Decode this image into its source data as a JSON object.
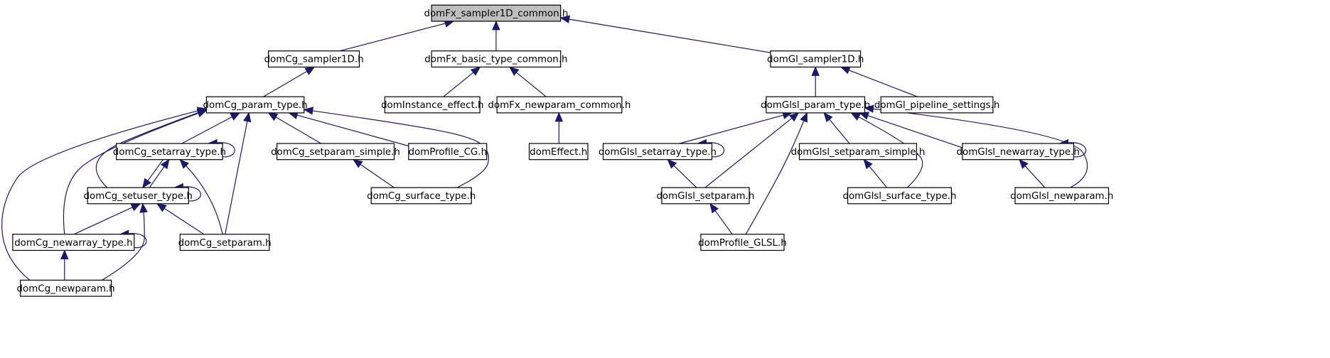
{
  "diagram": {
    "colors": {
      "edge": "#191970",
      "root_fill": "#bfbfbf",
      "node_fill": "#ffffff",
      "border": "#000000"
    },
    "nodes": [
      {
        "id": "root",
        "label": "domFx_sampler1D_common.h",
        "root": true
      },
      {
        "id": "cg_sampler1d",
        "label": "domCg_sampler1D.h"
      },
      {
        "id": "fx_basic",
        "label": "domFx_basic_type_common.h"
      },
      {
        "id": "gl_sampler1d",
        "label": "domGl_sampler1D.h"
      },
      {
        "id": "cg_param",
        "label": "domCg_param_type.h"
      },
      {
        "id": "inst_effect",
        "label": "domInstance_effect.h"
      },
      {
        "id": "fx_newparam",
        "label": "domFx_newparam_common.h"
      },
      {
        "id": "glsl_param",
        "label": "domGlsl_param_type.h"
      },
      {
        "id": "gl_pipeline",
        "label": "domGl_pipeline_settings.h"
      },
      {
        "id": "cg_setarray",
        "label": "domCg_setarray_type.h"
      },
      {
        "id": "cg_setparam_simple",
        "label": "domCg_setparam_simple.h"
      },
      {
        "id": "profile_cg",
        "label": "domProfile_CG.h"
      },
      {
        "id": "effect",
        "label": "domEffect.h"
      },
      {
        "id": "glsl_setarray",
        "label": "domGlsl_setarray_type.h"
      },
      {
        "id": "glsl_setparam_simple",
        "label": "domGlsl_setparam_simple.h"
      },
      {
        "id": "glsl_newarray",
        "label": "domGlsl_newarray_type.h"
      },
      {
        "id": "cg_setuser",
        "label": "domCg_setuser_type.h"
      },
      {
        "id": "cg_surface",
        "label": "domCg_surface_type.h"
      },
      {
        "id": "glsl_setparam",
        "label": "domGlsl_setparam.h"
      },
      {
        "id": "glsl_surface",
        "label": "domGlsl_surface_type.h"
      },
      {
        "id": "glsl_newparam",
        "label": "domGlsl_newparam.h"
      },
      {
        "id": "cg_newarray",
        "label": "domCg_newarray_type.h"
      },
      {
        "id": "cg_setparam",
        "label": "domCg_setparam.h"
      },
      {
        "id": "profile_glsl",
        "label": "domProfile_GLSL.h"
      },
      {
        "id": "cg_newparam",
        "label": "domCg_newparam.h"
      }
    ],
    "edges": [
      {
        "from": "cg_sampler1d",
        "to": "root"
      },
      {
        "from": "fx_basic",
        "to": "root"
      },
      {
        "from": "gl_sampler1d",
        "to": "root"
      },
      {
        "from": "cg_param",
        "to": "cg_sampler1d"
      },
      {
        "from": "inst_effect",
        "to": "fx_basic"
      },
      {
        "from": "fx_newparam",
        "to": "fx_basic"
      },
      {
        "from": "effect",
        "to": "fx_newparam"
      },
      {
        "from": "glsl_param",
        "to": "gl_sampler1d"
      },
      {
        "from": "gl_pipeline",
        "to": "gl_sampler1d"
      },
      {
        "from": "cg_setarray",
        "to": "cg_param"
      },
      {
        "from": "cg_setparam_simple",
        "to": "cg_param"
      },
      {
        "from": "profile_cg",
        "to": "cg_param"
      },
      {
        "from": "cg_surface",
        "to": "cg_param"
      },
      {
        "from": "cg_setuser",
        "to": "cg_param"
      },
      {
        "from": "cg_newarray",
        "to": "cg_param"
      },
      {
        "from": "cg_newparam",
        "to": "cg_param"
      },
      {
        "from": "cg_setparam",
        "to": "cg_param"
      },
      {
        "from": "cg_setarray",
        "to": "cg_setarray",
        "self": true
      },
      {
        "from": "cg_setuser",
        "to": "cg_setarray"
      },
      {
        "from": "cg_setarray",
        "to": "cg_setuser"
      },
      {
        "from": "cg_setparam",
        "to": "cg_setarray"
      },
      {
        "from": "cg_surface",
        "to": "cg_setparam_simple"
      },
      {
        "from": "cg_setuser",
        "to": "cg_setuser",
        "self": true
      },
      {
        "from": "cg_newarray",
        "to": "cg_setuser"
      },
      {
        "from": "cg_setparam",
        "to": "cg_setuser"
      },
      {
        "from": "cg_newparam",
        "to": "cg_setuser"
      },
      {
        "from": "cg_newarray",
        "to": "cg_newarray",
        "self": true
      },
      {
        "from": "cg_newparam",
        "to": "cg_newarray"
      },
      {
        "from": "glsl_setarray",
        "to": "glsl_param"
      },
      {
        "from": "glsl_setparam",
        "to": "glsl_param"
      },
      {
        "from": "profile_glsl",
        "to": "glsl_param"
      },
      {
        "from": "glsl_setparam_simple",
        "to": "glsl_param"
      },
      {
        "from": "glsl_surface",
        "to": "glsl_param"
      },
      {
        "from": "glsl_newarray",
        "to": "glsl_param"
      },
      {
        "from": "glsl_newparam",
        "to": "glsl_param"
      },
      {
        "from": "glsl_setarray",
        "to": "glsl_setarray",
        "self": true
      },
      {
        "from": "glsl_setparam",
        "to": "glsl_setarray"
      },
      {
        "from": "profile_glsl",
        "to": "glsl_setparam"
      },
      {
        "from": "glsl_surface",
        "to": "glsl_setparam_simple"
      },
      {
        "from": "glsl_newarray",
        "to": "glsl_newarray",
        "self": true
      },
      {
        "from": "glsl_newparam",
        "to": "glsl_newarray"
      }
    ]
  }
}
